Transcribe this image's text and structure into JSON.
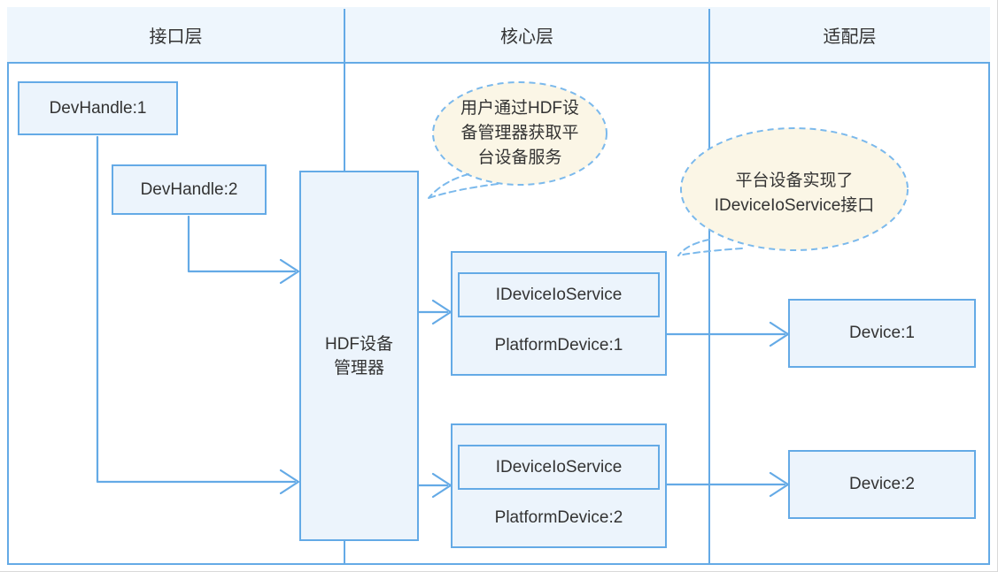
{
  "headers": {
    "interface_layer": "接口层",
    "core_layer": "核心层",
    "adapter_layer": "适配层"
  },
  "boxes": {
    "devhandle1": "DevHandle:1",
    "devhandle2": "DevHandle:2",
    "hdf_manager": {
      "line1": "HDF设备",
      "line2": "管理器"
    },
    "platform1": {
      "interface": "IDeviceIoService",
      "label": "PlatformDevice:1"
    },
    "platform2": {
      "interface": "IDeviceIoService",
      "label": "PlatformDevice:2"
    },
    "device1": "Device:1",
    "device2": "Device:2"
  },
  "callouts": {
    "manager_note": {
      "full_text": "用户通过HDF设备管理器获取平台设备服务",
      "lines": [
        "用户通过HDF设",
        "备管理器获取平",
        "台设备服务"
      ]
    },
    "service_note": {
      "full_text": "平台设备实现了IDeviceIoService接口",
      "lines": [
        "平台设备实现了",
        "IDeviceIoService接口"
      ]
    }
  },
  "colors": {
    "stroke": "#64aae6",
    "header_fill": "#eef6fd",
    "box_fill": "#ecf4fc",
    "callout_fill": "#fbf6e6",
    "callout_stroke": "#7bb9ec",
    "text": "#333333"
  }
}
